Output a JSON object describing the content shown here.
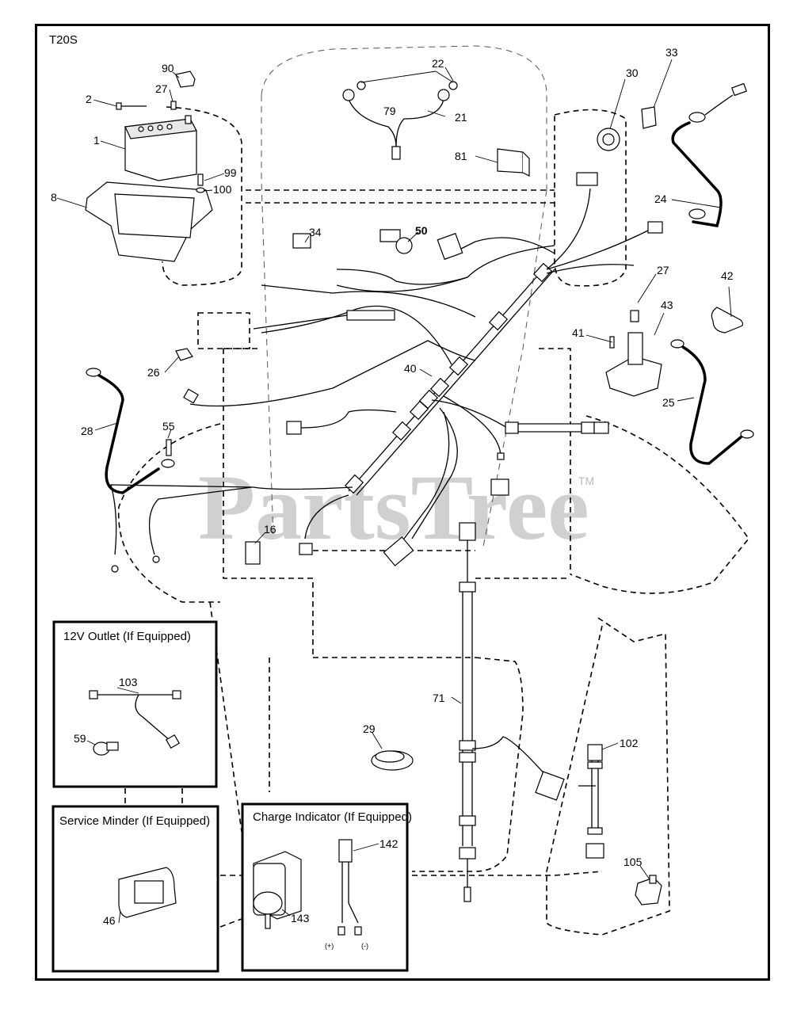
{
  "diagram": {
    "model_code": "T20S",
    "watermark": "PartsTree",
    "watermark_tm": "TM"
  },
  "callouts": {
    "p1": "1",
    "p2": "2",
    "p8": "8",
    "p16": "16",
    "p21": "21",
    "p22": "22",
    "p24": "24",
    "p25": "25",
    "p26": "26",
    "p27a": "27",
    "p27b": "27",
    "p28": "28",
    "p29": "29",
    "p30": "30",
    "p33": "33",
    "p34": "34",
    "p40": "40",
    "p41": "41",
    "p42": "42",
    "p43": "43",
    "p46": "46",
    "p50": "50",
    "p55": "55",
    "p59": "59",
    "p71": "71",
    "p79": "79",
    "p81": "81",
    "p90": "90",
    "p99": "99",
    "p100": "100",
    "p102": "102",
    "p103": "103",
    "p105": "105",
    "p142": "142",
    "p143": "143"
  },
  "insets": {
    "outlet": {
      "title": "12V Outlet (If Equipped)"
    },
    "service_minder": {
      "title": "Service Minder (If Equipped)"
    },
    "charge_indicator": {
      "title": "Charge Indicator (If Equipped)",
      "plus": "(+)",
      "minus": "(-)"
    }
  }
}
